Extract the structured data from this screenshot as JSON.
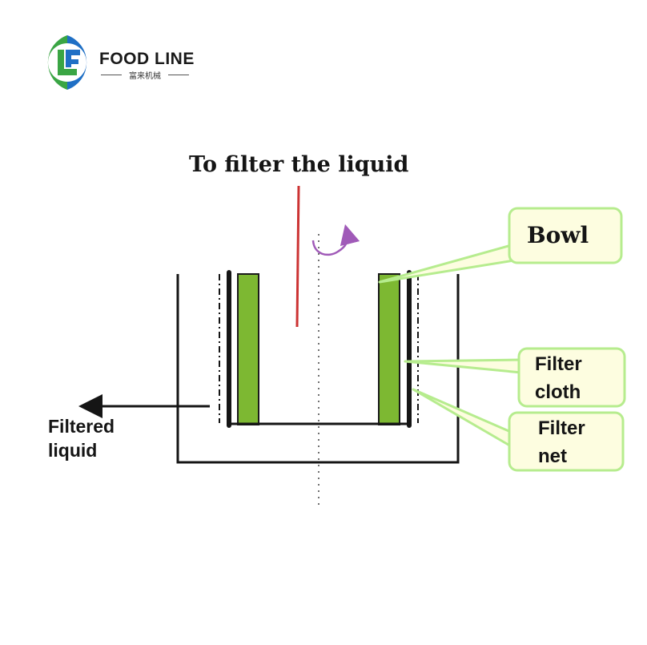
{
  "brand": {
    "name": "FOOD LINE",
    "subtitle": "富来机械",
    "colors": {
      "green": "#3aa544",
      "blue": "#1f6fc5"
    }
  },
  "diagram": {
    "title": "To filter the liquid",
    "labels": {
      "filtered_liquid": "Filtered liquid",
      "filtered_line1": "Filtered",
      "filtered_line2": "liquid"
    },
    "callouts": {
      "bowl": "Bowl",
      "filter_cloth_line1": "Filter",
      "filter_cloth_line2": "cloth",
      "filter_net_line1": "Filter",
      "filter_net_line2": "net"
    },
    "colors": {
      "filter_cloth": "#7db832",
      "callout_fill": "#fdfde0",
      "callout_border": "#b6ec8e",
      "feed_pipe": "#cc3333",
      "rotation_arrow": "#a05ab8"
    }
  }
}
